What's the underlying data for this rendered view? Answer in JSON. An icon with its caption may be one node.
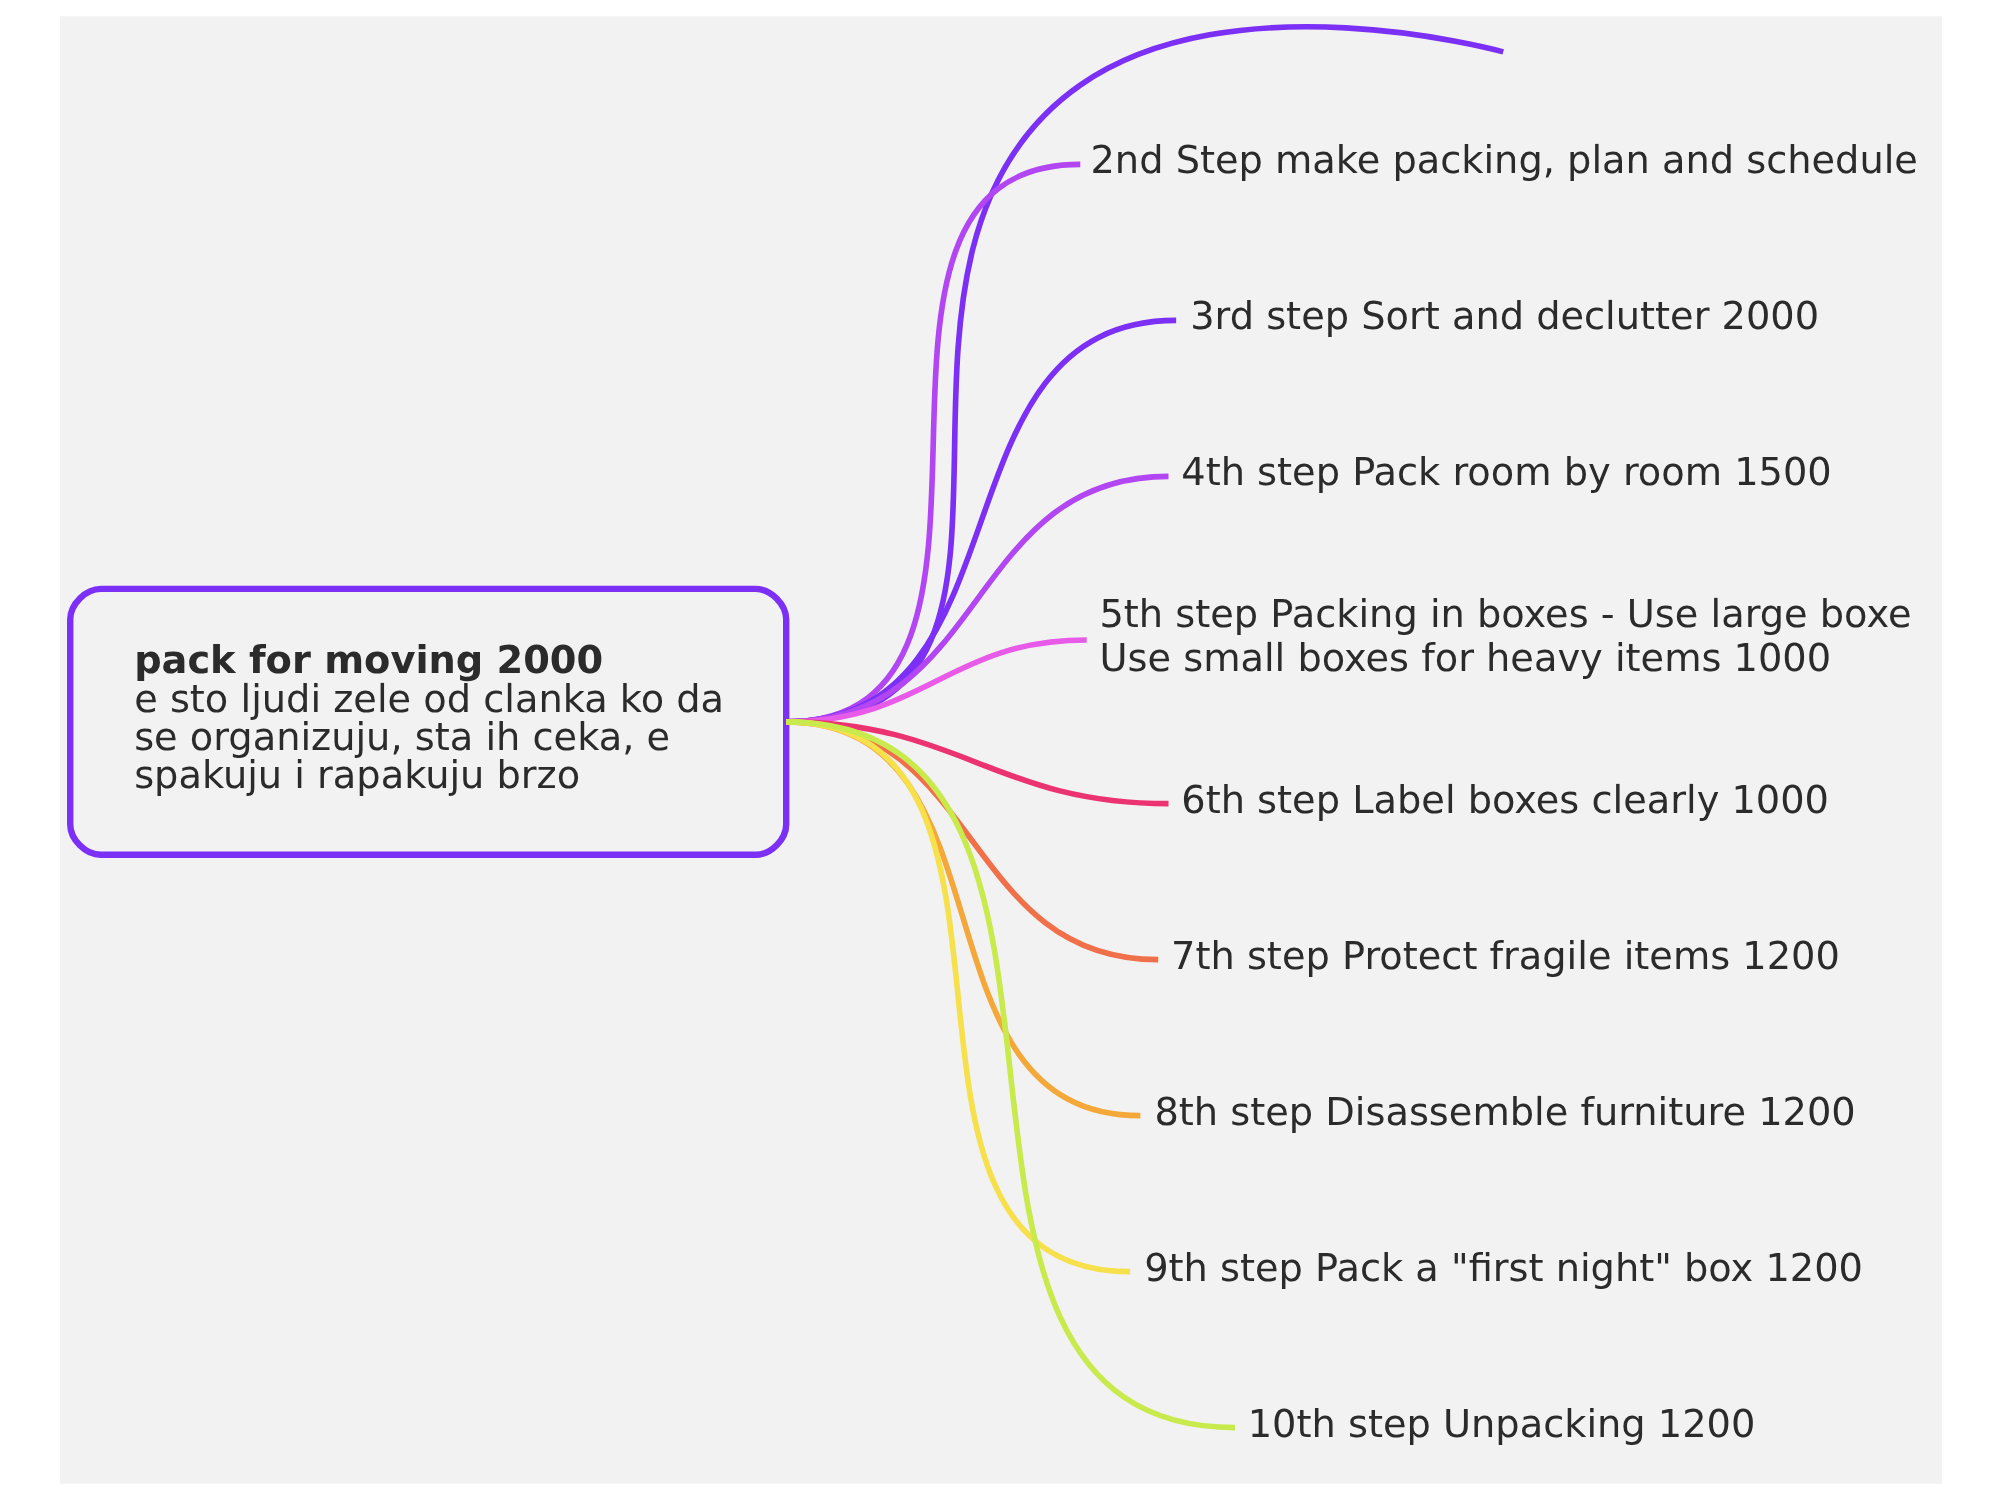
{
  "diagram": {
    "nodes": [
      {
        "text": [
          "pack for moving 2000",
          "e sto ljudi zele od clanka ko da se organizuju, sta ih ceka, e spakuju i rapakuju brzo"
        ]
      },
      {
        "text": [
          "2nd Step make packing, plan and schedule"
        ]
      },
      {
        "text": [
          "3rd step Sort and declutter 2000"
        ]
      },
      {
        "text": [
          "4th step Pack room by room 1500"
        ]
      },
      {
        "text": [
          "5th step Packing in boxes - Use large boxe Use small boxes for heavy items 1000"
        ]
      },
      {
        "text": [
          "6th step Label boxes clearly 1000"
        ]
      },
      {
        "text": [
          "7th step Protect fragile items 1200"
        ]
      },
      {
        "text": [
          "8th step Disassemble furniture 1200"
        ]
      },
      {
        "text": [
          "9th step Pack a \"first night\" box 1200"
        ]
      },
      {
        "text": [
          "10th step Unpacking 1200"
        ]
      }
    ],
    "edges": [
      {
        "from": 0,
        "to": null,
        "arrow": "none",
        "color": "#7c2ff5"
      },
      {
        "from": 0,
        "to": 1,
        "arrow": "none",
        "color": "#b146f2"
      },
      {
        "from": 0,
        "to": 2,
        "arrow": "none",
        "color": "#7c2ff5"
      },
      {
        "from": 0,
        "to": 3,
        "arrow": "none",
        "color": "#b146f2"
      },
      {
        "from": 0,
        "to": 4,
        "arrow": "none",
        "color": "#e85ae8"
      },
      {
        "from": 0,
        "to": 5,
        "arrow": "none",
        "color": "#ea3370"
      },
      {
        "from": 0,
        "to": 6,
        "arrow": "none",
        "color": "#f0704a"
      },
      {
        "from": 0,
        "to": 7,
        "arrow": "none",
        "color": "#f4a83a"
      },
      {
        "from": 0,
        "to": 8,
        "arrow": "none",
        "color": "#f6e04c"
      },
      {
        "from": 0,
        "to": 9,
        "arrow": "none",
        "color": "#c8ea4c"
      }
    ]
  }
}
